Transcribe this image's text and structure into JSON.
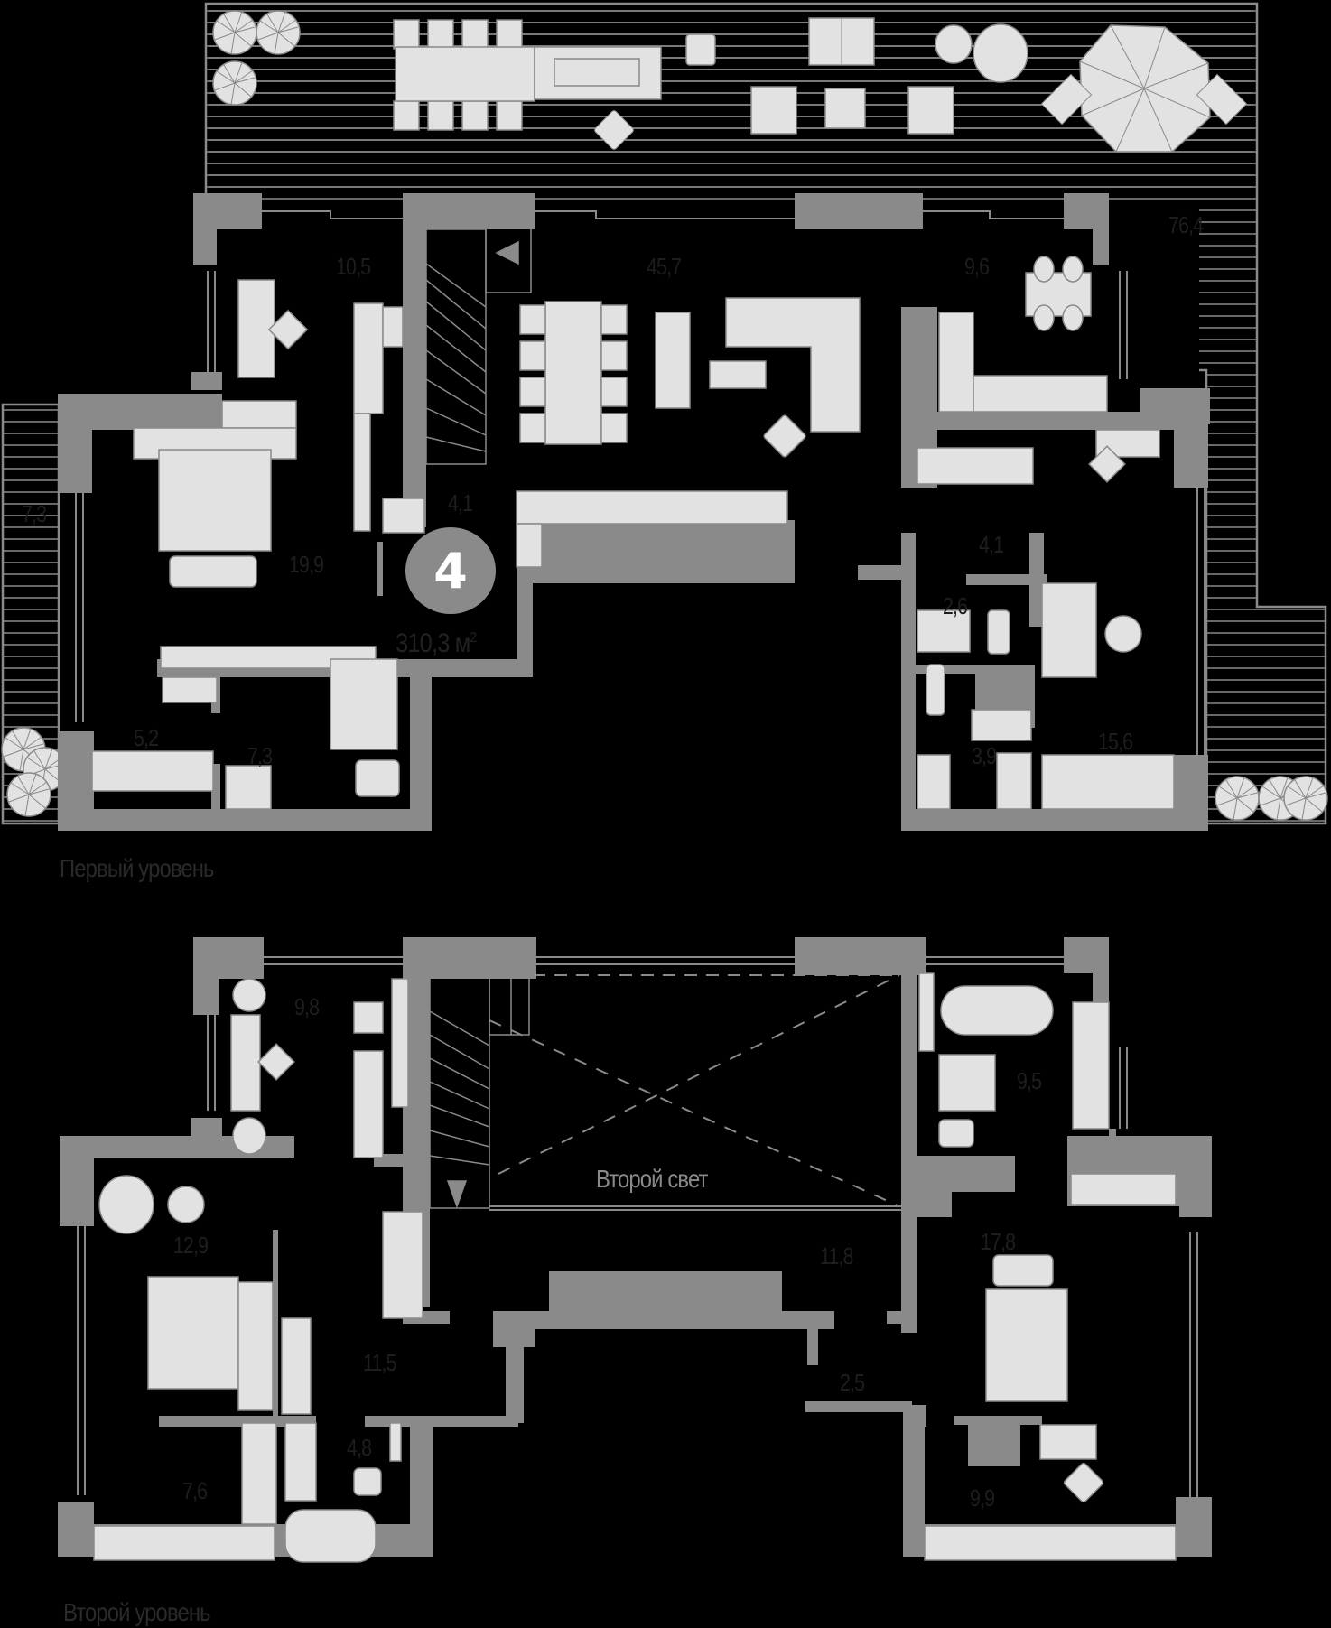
{
  "apartment": {
    "number": "4",
    "total_area": "310,3",
    "total_area_unit": "м",
    "total_area_sup": "2"
  },
  "levels": [
    {
      "label": "Первый уровень",
      "rooms": [
        {
          "id": "terrace",
          "area": "76,4"
        },
        {
          "id": "balcony-west",
          "area": "7,3"
        },
        {
          "id": "study",
          "area": "10,5"
        },
        {
          "id": "living-room",
          "area": "45,7"
        },
        {
          "id": "kitchen-dining",
          "area": "9,6"
        },
        {
          "id": "bedroom",
          "area": "19,9"
        },
        {
          "id": "hall",
          "area": "4,1"
        },
        {
          "id": "closet",
          "area": "5,2"
        },
        {
          "id": "bathroom",
          "area": "7,3"
        },
        {
          "id": "corridor-east",
          "area": "4,1"
        },
        {
          "id": "wc",
          "area": "2,6"
        },
        {
          "id": "laundry",
          "area": "3,9"
        },
        {
          "id": "guest-room",
          "area": "15,6"
        }
      ]
    },
    {
      "label": "Второй уровень",
      "void_label": "Второй свет",
      "rooms": [
        {
          "id": "cabinet",
          "area": "9,8"
        },
        {
          "id": "bedroom-2",
          "area": "12,9"
        },
        {
          "id": "hall-2",
          "area": "11,5"
        },
        {
          "id": "dressing-2",
          "area": "7,6"
        },
        {
          "id": "bathroom-2",
          "area": "4,8"
        },
        {
          "id": "gallery",
          "area": "11,8"
        },
        {
          "id": "master-bath",
          "area": "9,5"
        },
        {
          "id": "master-bedroom",
          "area": "17,8"
        },
        {
          "id": "vestibule",
          "area": "2,5"
        },
        {
          "id": "master-dressing",
          "area": "9,9"
        }
      ]
    }
  ],
  "colors": {
    "background": "#000000",
    "wall": "#8a8a8a",
    "furniture": "#e2e2e2",
    "line": "#8a8a8a",
    "text": "#1e1e1e"
  }
}
